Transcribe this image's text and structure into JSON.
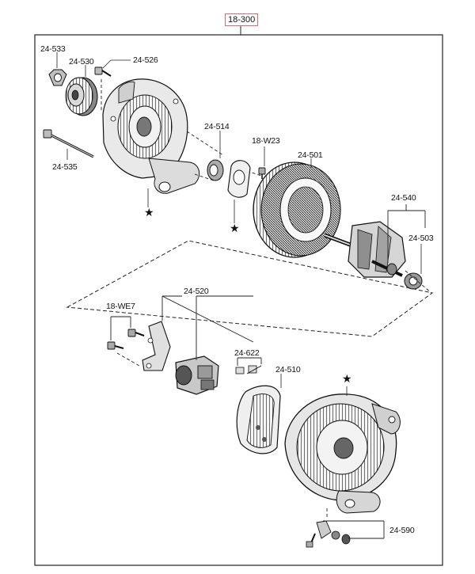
{
  "assembly": {
    "code": "18-300",
    "highlight_color": "#e06a6a"
  },
  "labels": {
    "p24_533": "24-533",
    "p24_530": "24-530",
    "p24_526": "24-526",
    "p24_535": "24-535",
    "p24_514": "24-514",
    "p18_w23": "18-W23",
    "p24_501": "24-501",
    "p24_540": "24-540",
    "p24_503": "24-503",
    "p24_520": "24-520",
    "p18_we7": "18-WE7",
    "p24_622": "24-622",
    "p24_510": "24-510",
    "p24_590": "24-590"
  },
  "star_glyph": "★",
  "colors": {
    "line": "#1a1a1a",
    "frame": "#222222",
    "fill_light": "#e8e8e8",
    "fill_mid": "#bdbdbd",
    "fill_dark": "#555555"
  }
}
